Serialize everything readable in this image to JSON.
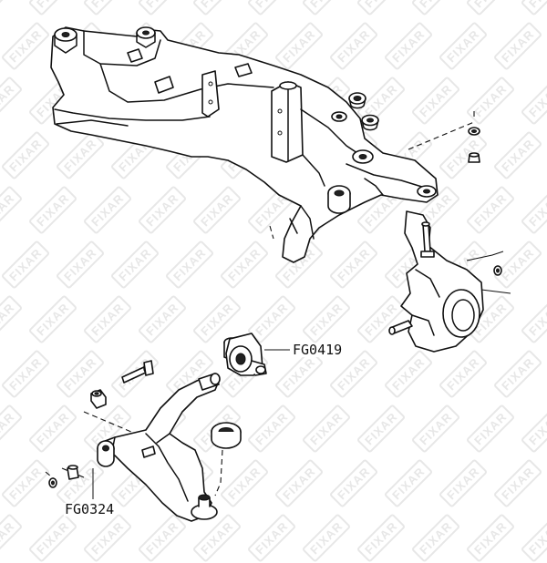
{
  "watermark": {
    "text": "FIXAR"
  },
  "callouts": [
    {
      "id": "upper-bushing",
      "part_number": "FG0419"
    },
    {
      "id": "lower-arm",
      "part_number": "FG0324"
    }
  ]
}
